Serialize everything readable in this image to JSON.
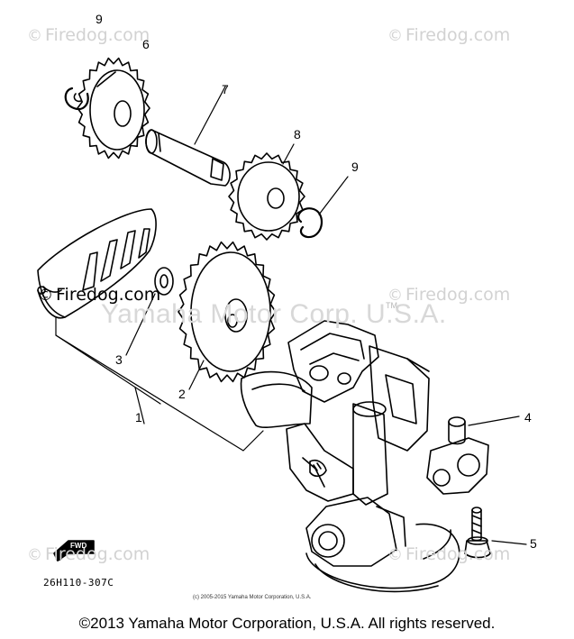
{
  "watermark": {
    "site": "Firedog.com",
    "symbol": "©",
    "brand_overlay": "Yamaha Motor Corp. U.S.A.",
    "trademark": "TM"
  },
  "callouts": {
    "c1": "1",
    "c2": "2",
    "c3": "3",
    "c4": "4",
    "c5": "5",
    "c6": "6",
    "c7": "7",
    "c8": "8",
    "c9a": "9",
    "c9b": "9"
  },
  "fwd_label": "FWD",
  "part_number": "26H110-307C",
  "small_copyright": "(c) 2005-2015 Yamaha Motor Corporation, U.S.A.",
  "footer": "©2013 Yamaha Motor Corporation, U.S.A. All rights reserved."
}
